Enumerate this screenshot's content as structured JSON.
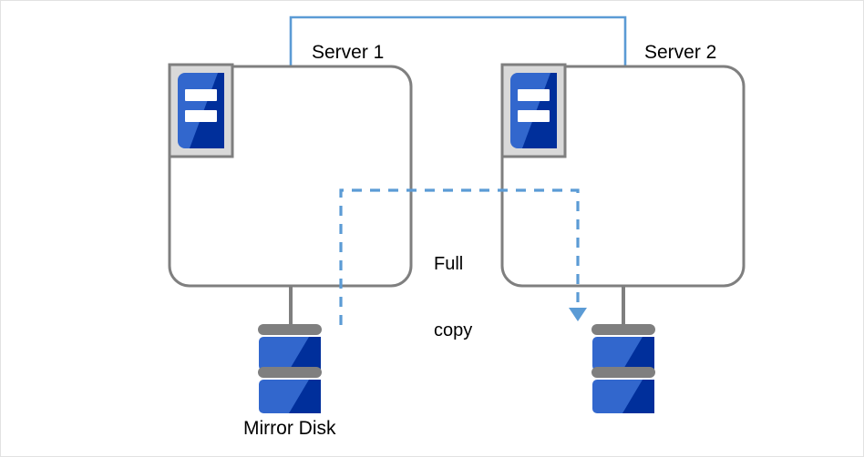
{
  "diagram": {
    "title_present": false,
    "background_color": "#ffffff",
    "border_color": "#e2e2e2",
    "nodes": {
      "server1": {
        "label": "Server 1",
        "icon": "server-icon",
        "box_color": "#ffffff",
        "box_border_color": "#7f7f7f"
      },
      "server2": {
        "label": "Server 2",
        "icon": "server-icon",
        "box_color": "#ffffff",
        "box_border_color": "#7f7f7f"
      },
      "disk1": {
        "label": "Mirror Disk",
        "icon": "disk-stack-icon",
        "blue_light": "#3267cd",
        "blue_dark": "#002f9b",
        "gray": "#7f7f7f"
      },
      "disk2": {
        "label": "",
        "icon": "disk-stack-icon",
        "blue_light": "#3267cd",
        "blue_dark": "#002f9b",
        "gray": "#7f7f7f"
      }
    },
    "connectors": {
      "interconnect": {
        "label": "",
        "color": "#5b9bd5",
        "style": "solid"
      },
      "copy": {
        "label": "Full\ncopy",
        "label_line1": "Full",
        "label_line2": "copy",
        "color": "#5b9bd5",
        "style": "dashed",
        "arrow": "down-arrow-icon"
      }
    },
    "colors": {
      "accent_blue": "#5b9bd5",
      "icon_blue_light": "#3267cd",
      "icon_blue_dark": "#002f9b",
      "line_gray": "#7f7f7f",
      "icon_shell_gray": "#d9d9d9",
      "icon_shell_border": "#7f7f7f"
    }
  }
}
